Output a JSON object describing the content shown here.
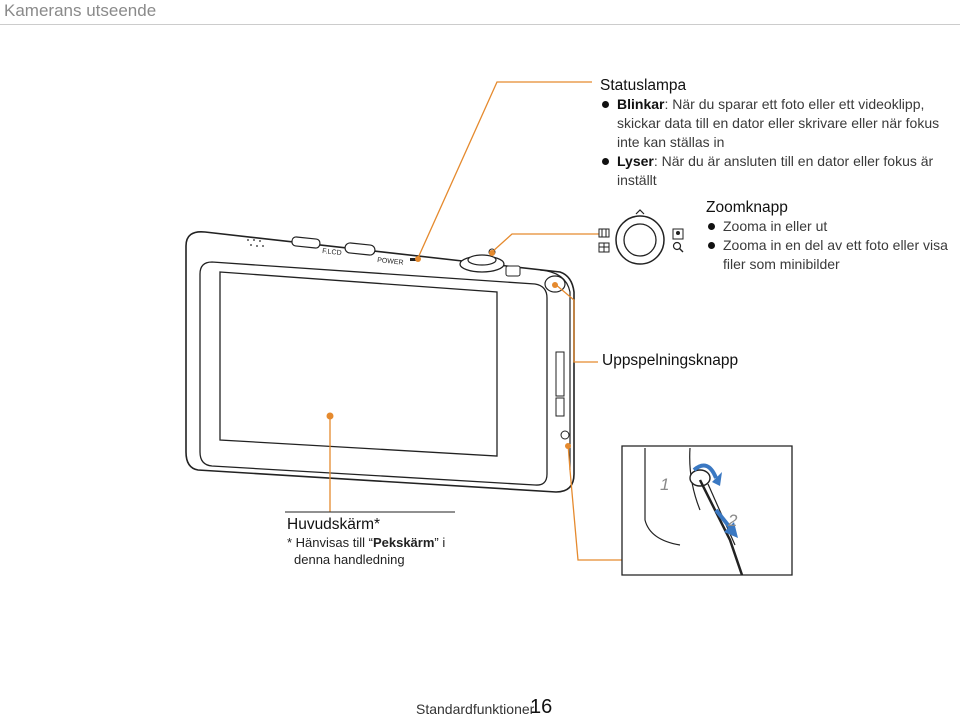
{
  "header": {
    "title": "Kamerans utseende"
  },
  "callouts": {
    "status_lamp": {
      "title": "Statuslampa",
      "blink_term": "Blinkar",
      "blink_line1": ": När du sparar ett foto eller ett videoklipp,",
      "blink_line2": "skickar data till en dator eller skrivare eller när fokus",
      "blink_line3": "inte kan ställas in",
      "lit_term": "Lyser",
      "lit_line1": ": När du är ansluten till en dator eller fokus är",
      "lit_line2": "inställt"
    },
    "zoom": {
      "title": "Zoomknapp",
      "item1": "Zooma in eller ut",
      "item2_line1": "Zooma in en del av ett foto eller visa",
      "item2_line2": "filer som minibilder"
    },
    "playback": {
      "title": "Uppspelningsknapp"
    },
    "main_screen": {
      "title": "Huvudskärm*",
      "note_prefix": "* Hänvisas till “",
      "note_term": "Pekskärm",
      "note_suffix": "” i",
      "note_line2": "denna handledning"
    }
  },
  "camera": {
    "flcd_label": "F.LCD",
    "power_label": "POWER"
  },
  "strap_steps": {
    "step1": "1",
    "step2": "2"
  },
  "footer": {
    "section": "Standardfunktioner",
    "page": "16"
  },
  "colors": {
    "callout": "#e58a2e",
    "line": "#222222",
    "header_text": "#8a8a8a"
  }
}
